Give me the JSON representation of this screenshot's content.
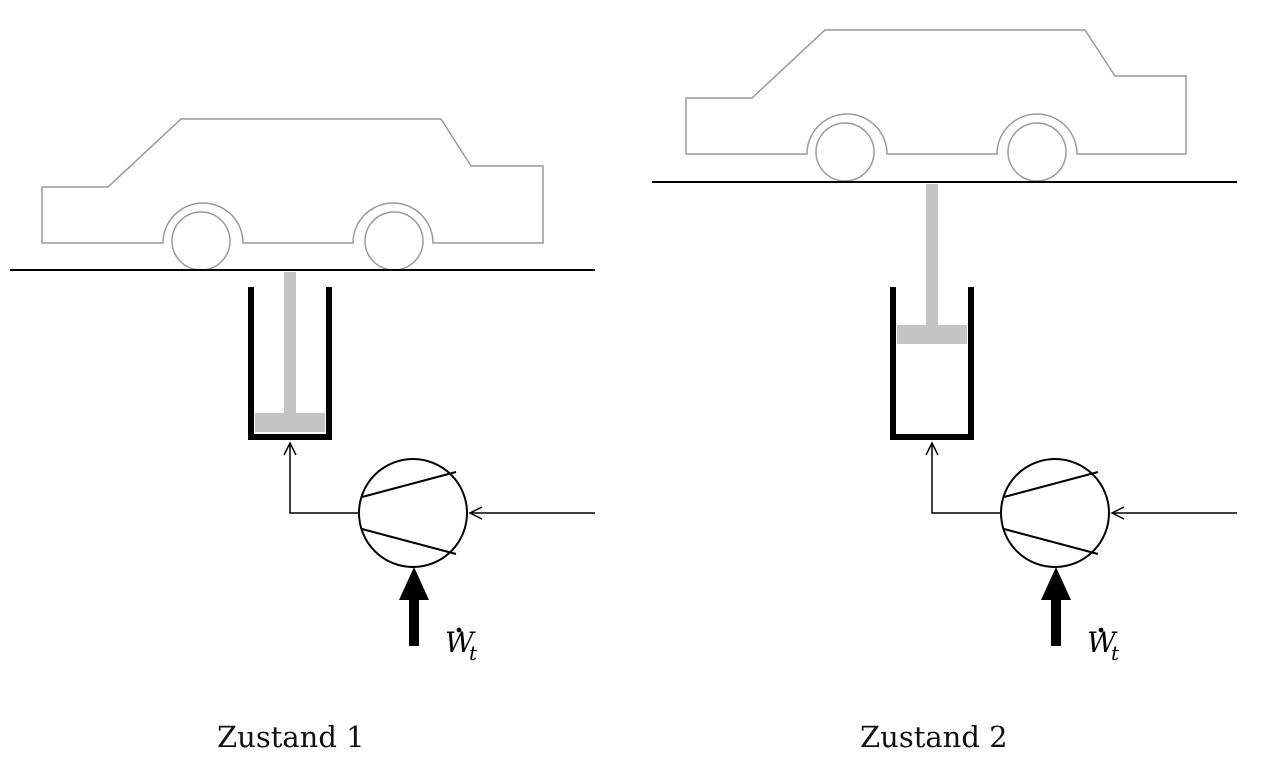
{
  "states": [
    {
      "caption": "Zustand 1",
      "work_symbol": "W",
      "work_subscript": "t"
    },
    {
      "caption": "Zustand 2",
      "work_symbol": "W",
      "work_subscript": "t"
    }
  ],
  "colors": {
    "car_outline": "#9a9a9a",
    "piston": "#c4c4c4",
    "cylinder": "#000000",
    "line": "#000000"
  },
  "icons": {
    "compressor": "compressor-icon",
    "vehicle": "car-icon",
    "arrow": "arrow-icon"
  }
}
